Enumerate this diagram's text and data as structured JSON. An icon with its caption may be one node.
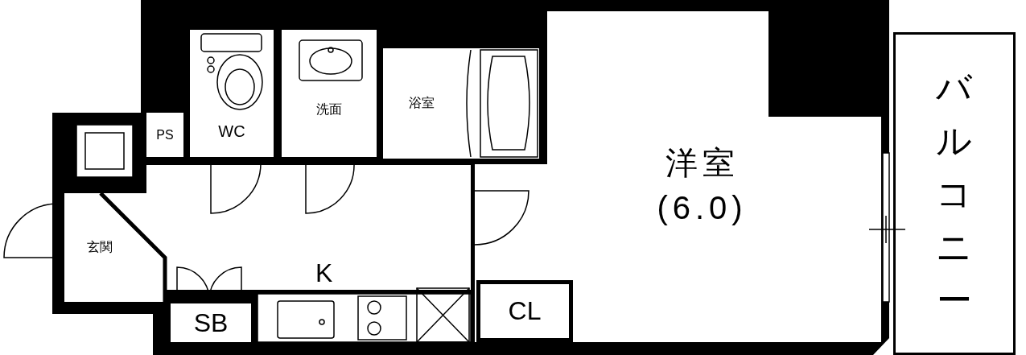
{
  "diagram": {
    "nodes": [
      {
        "text": [
          "PS"
        ]
      },
      {
        "text": [
          "WC"
        ]
      },
      {
        "text": [
          "洗面"
        ]
      },
      {
        "text": [
          "浴室"
        ]
      },
      {
        "text": [
          "洋室 (6.0)"
        ]
      },
      {
        "text": [
          "バルコニー"
        ]
      },
      {
        "text": [
          "玄関"
        ]
      },
      {
        "text": [
          "K"
        ]
      },
      {
        "text": [
          "SB"
        ]
      },
      {
        "text": [
          "CL"
        ],
        "in": 4
      }
    ]
  }
}
